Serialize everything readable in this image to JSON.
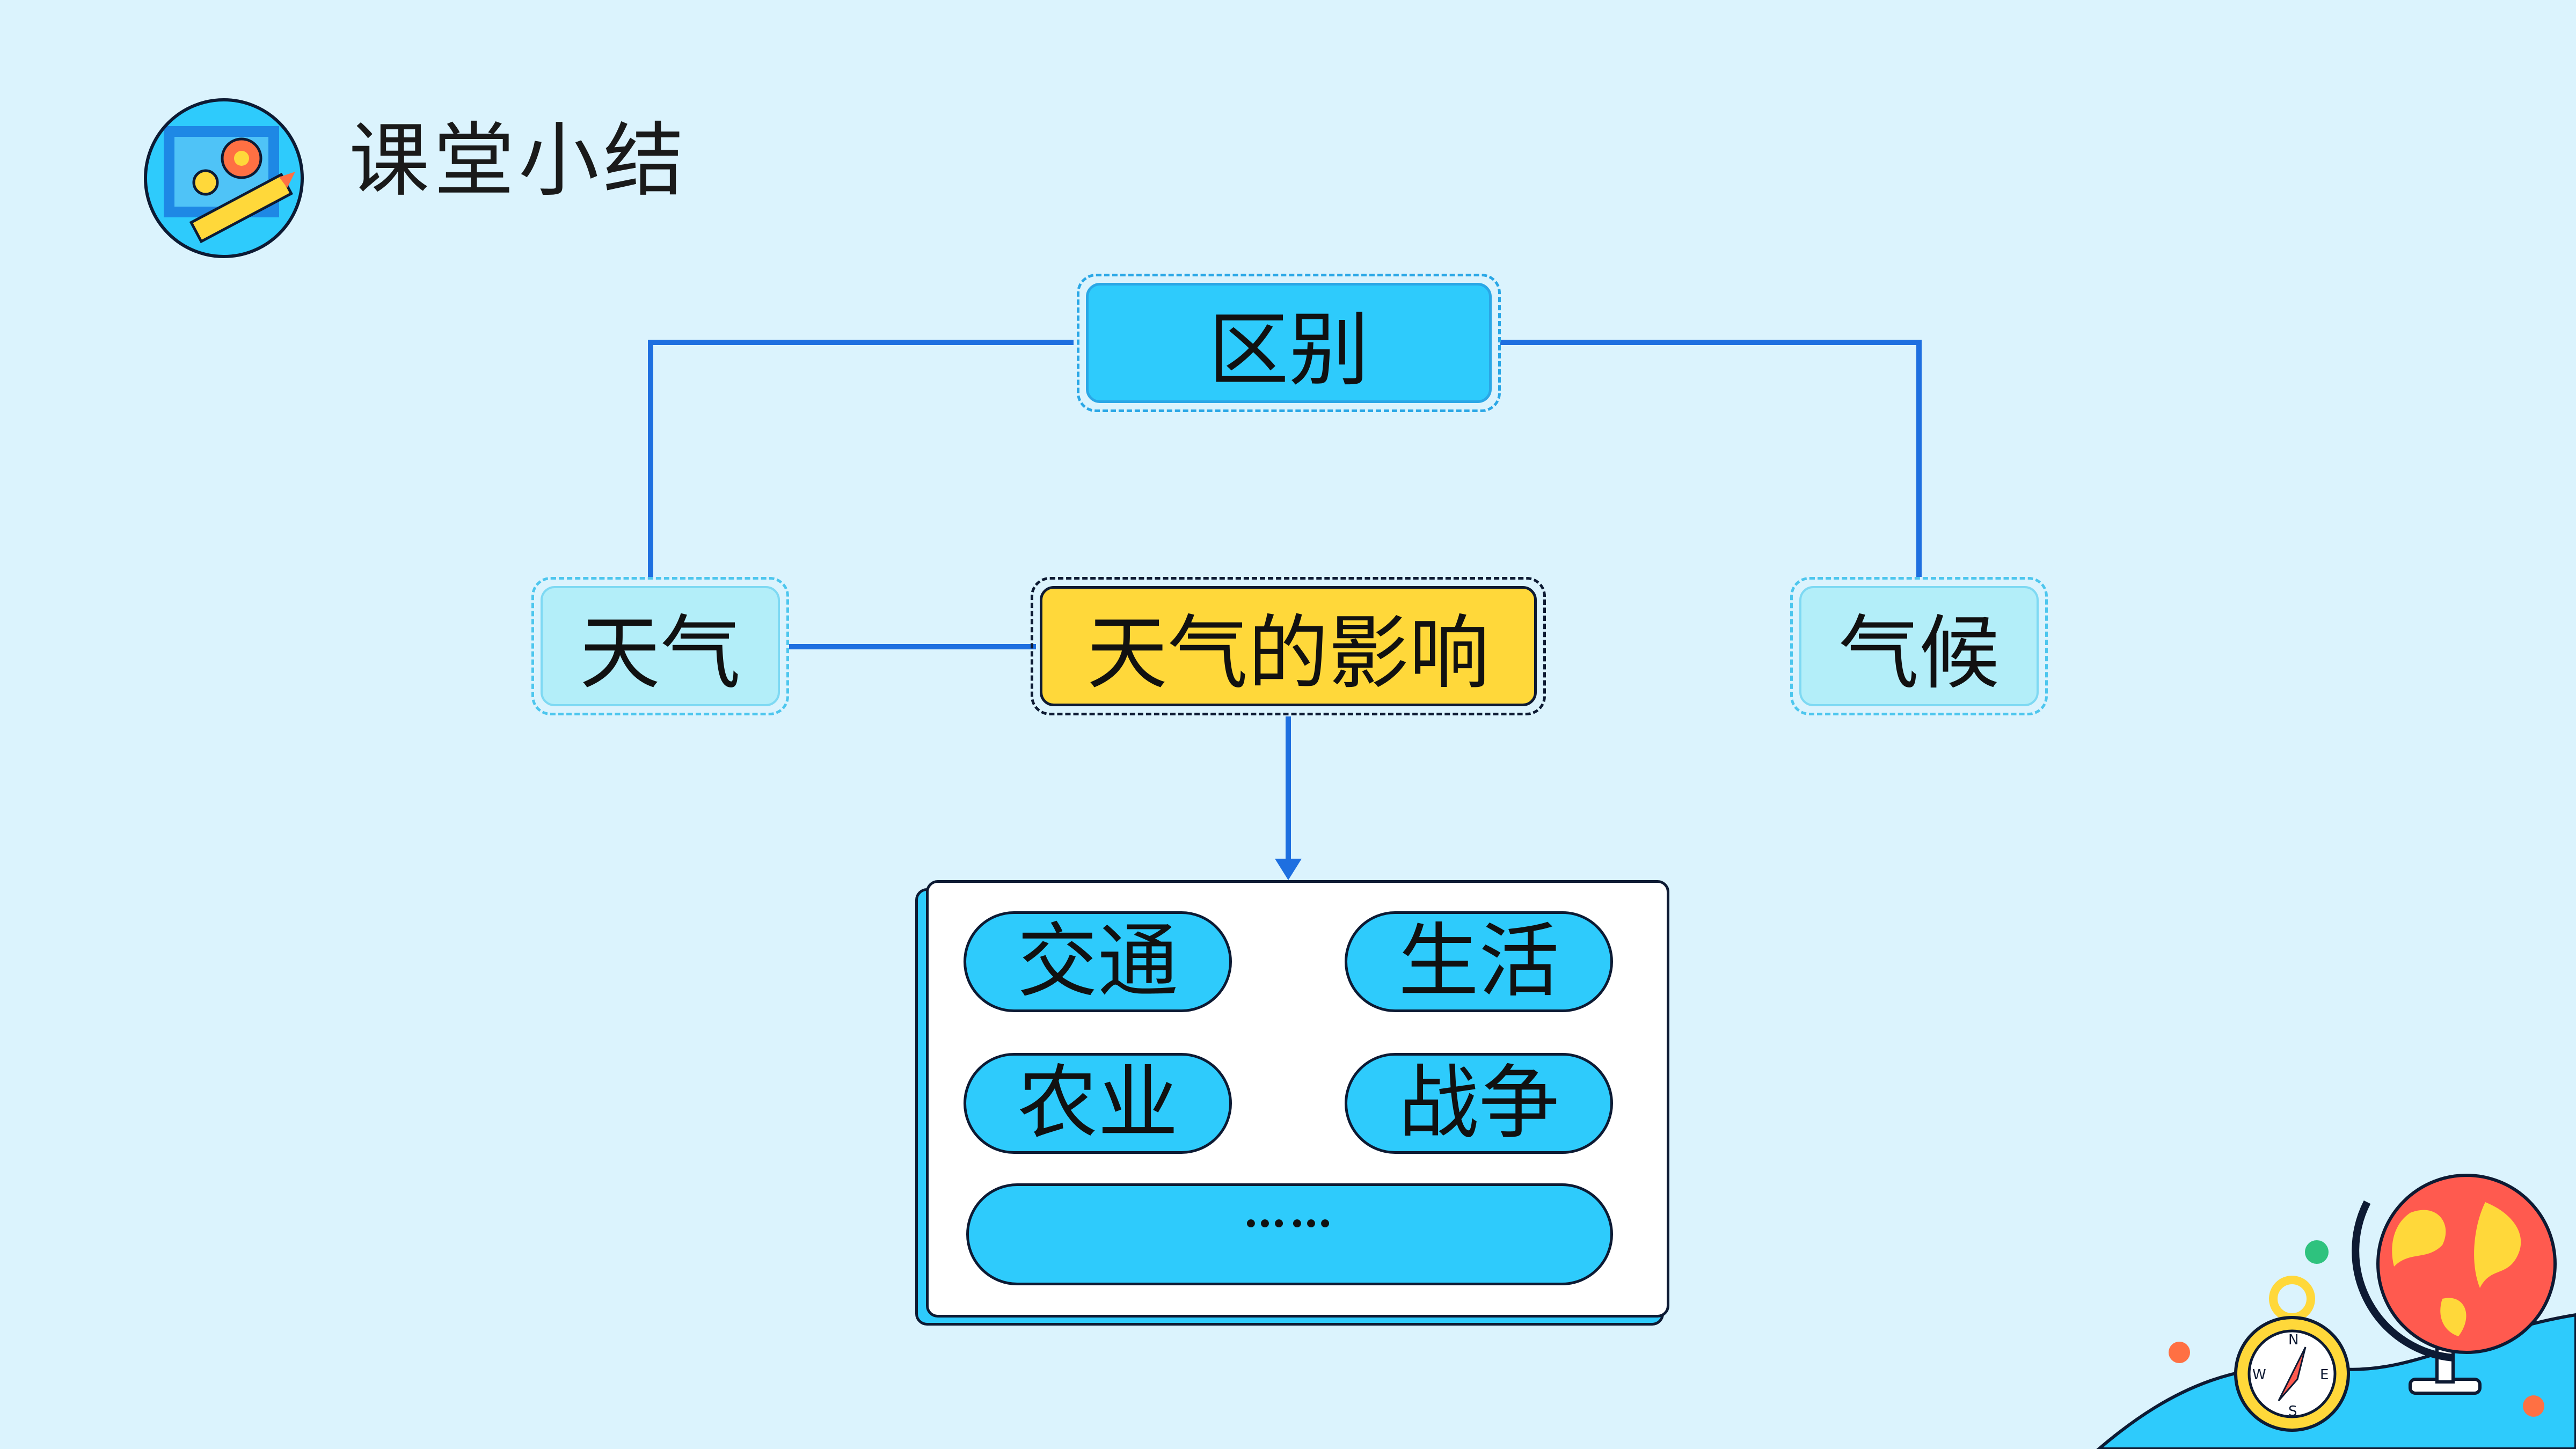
{
  "header": {
    "title": "课堂小结"
  },
  "diagram": {
    "top": "区别",
    "left": "天气",
    "right": "气候",
    "center": "天气的影响",
    "items": [
      "交通",
      "生活",
      "农业",
      "战争",
      "……"
    ]
  },
  "colors": {
    "background": "#dbf3fd",
    "primary": "#2ecbfc",
    "light": "#b3eef9",
    "highlight": "#ffd83a",
    "line": "#1e6fe0",
    "outline": "#0d1a33"
  }
}
